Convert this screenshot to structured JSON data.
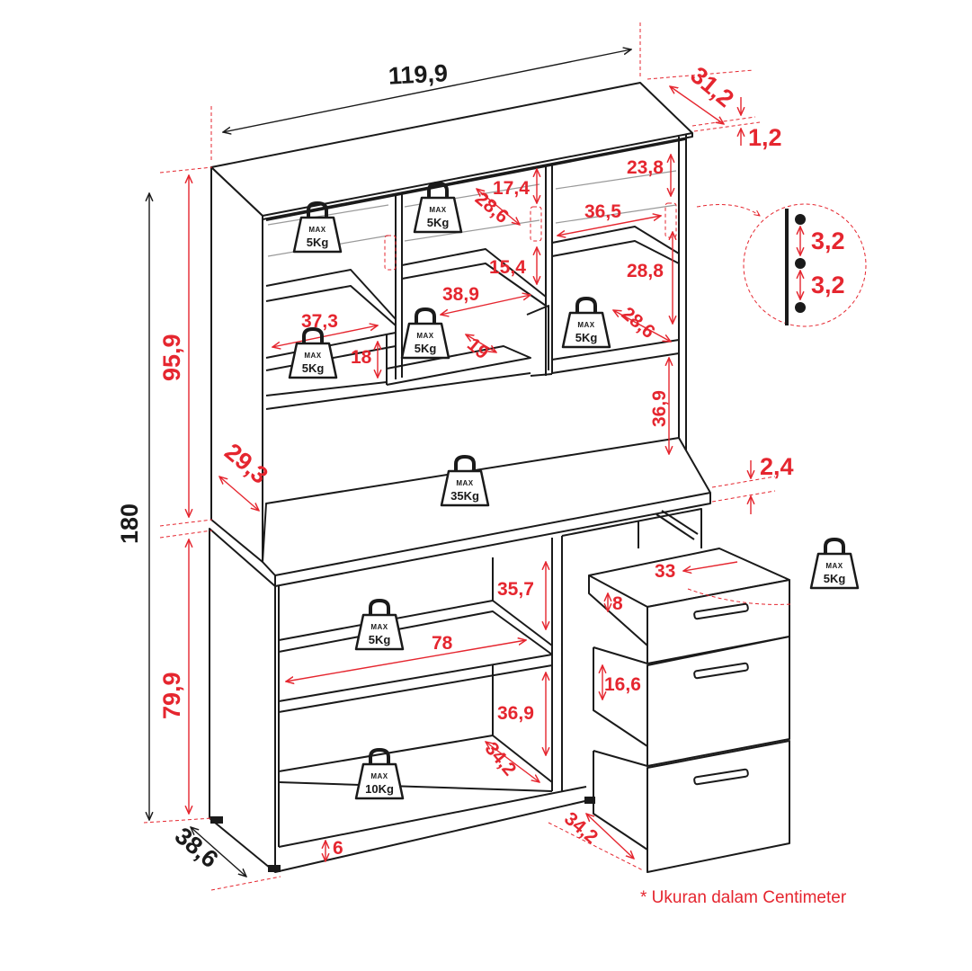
{
  "dimensions": {
    "total_width": "119,9",
    "depth_top": "31,2",
    "top_thickness": "1,2",
    "total_height": "180",
    "upper_height": "95,9",
    "lower_height": "79,9",
    "upper_depth": "29,3",
    "base_depth": "38,6",
    "counter_thickness": "2,4",
    "hole_spacing_1": "3,2",
    "hole_spacing_2": "3,2",
    "shelf_23_8": "23,8",
    "shelf_17_4": "17,4",
    "shelf_28_6_a": "28,6",
    "shelf_36_5": "36,5",
    "shelf_15_4": "15,4",
    "shelf_28_8": "28,8",
    "shelf_38_9": "38,9",
    "shelf_37_3": "37,3",
    "shelf_28_6_b": "28,6",
    "shelf_18": "18",
    "shelf_19": "19",
    "shelf_36_9_upper": "36,9",
    "lower_35_7": "35,7",
    "lower_78": "78",
    "lower_36_9": "36,9",
    "lower_34_2": "34,2",
    "plinth_6": "6",
    "drawer_33": "33",
    "drawer_8": "8",
    "drawer_16_6": "16,6",
    "drawer_34_2": "34,2"
  },
  "weights": {
    "max_label": "MAX",
    "w1": "5Kg",
    "w2": "5Kg",
    "w3": "5Kg",
    "w4": "5Kg",
    "w5": "5Kg",
    "w6": "35Kg",
    "w7": "5Kg",
    "w8": "10Kg",
    "w9": "5Kg"
  },
  "note": "* Ukuran dalam Centimeter",
  "colors": {
    "accent": "#e5262f",
    "line": "#1a1a1a"
  }
}
